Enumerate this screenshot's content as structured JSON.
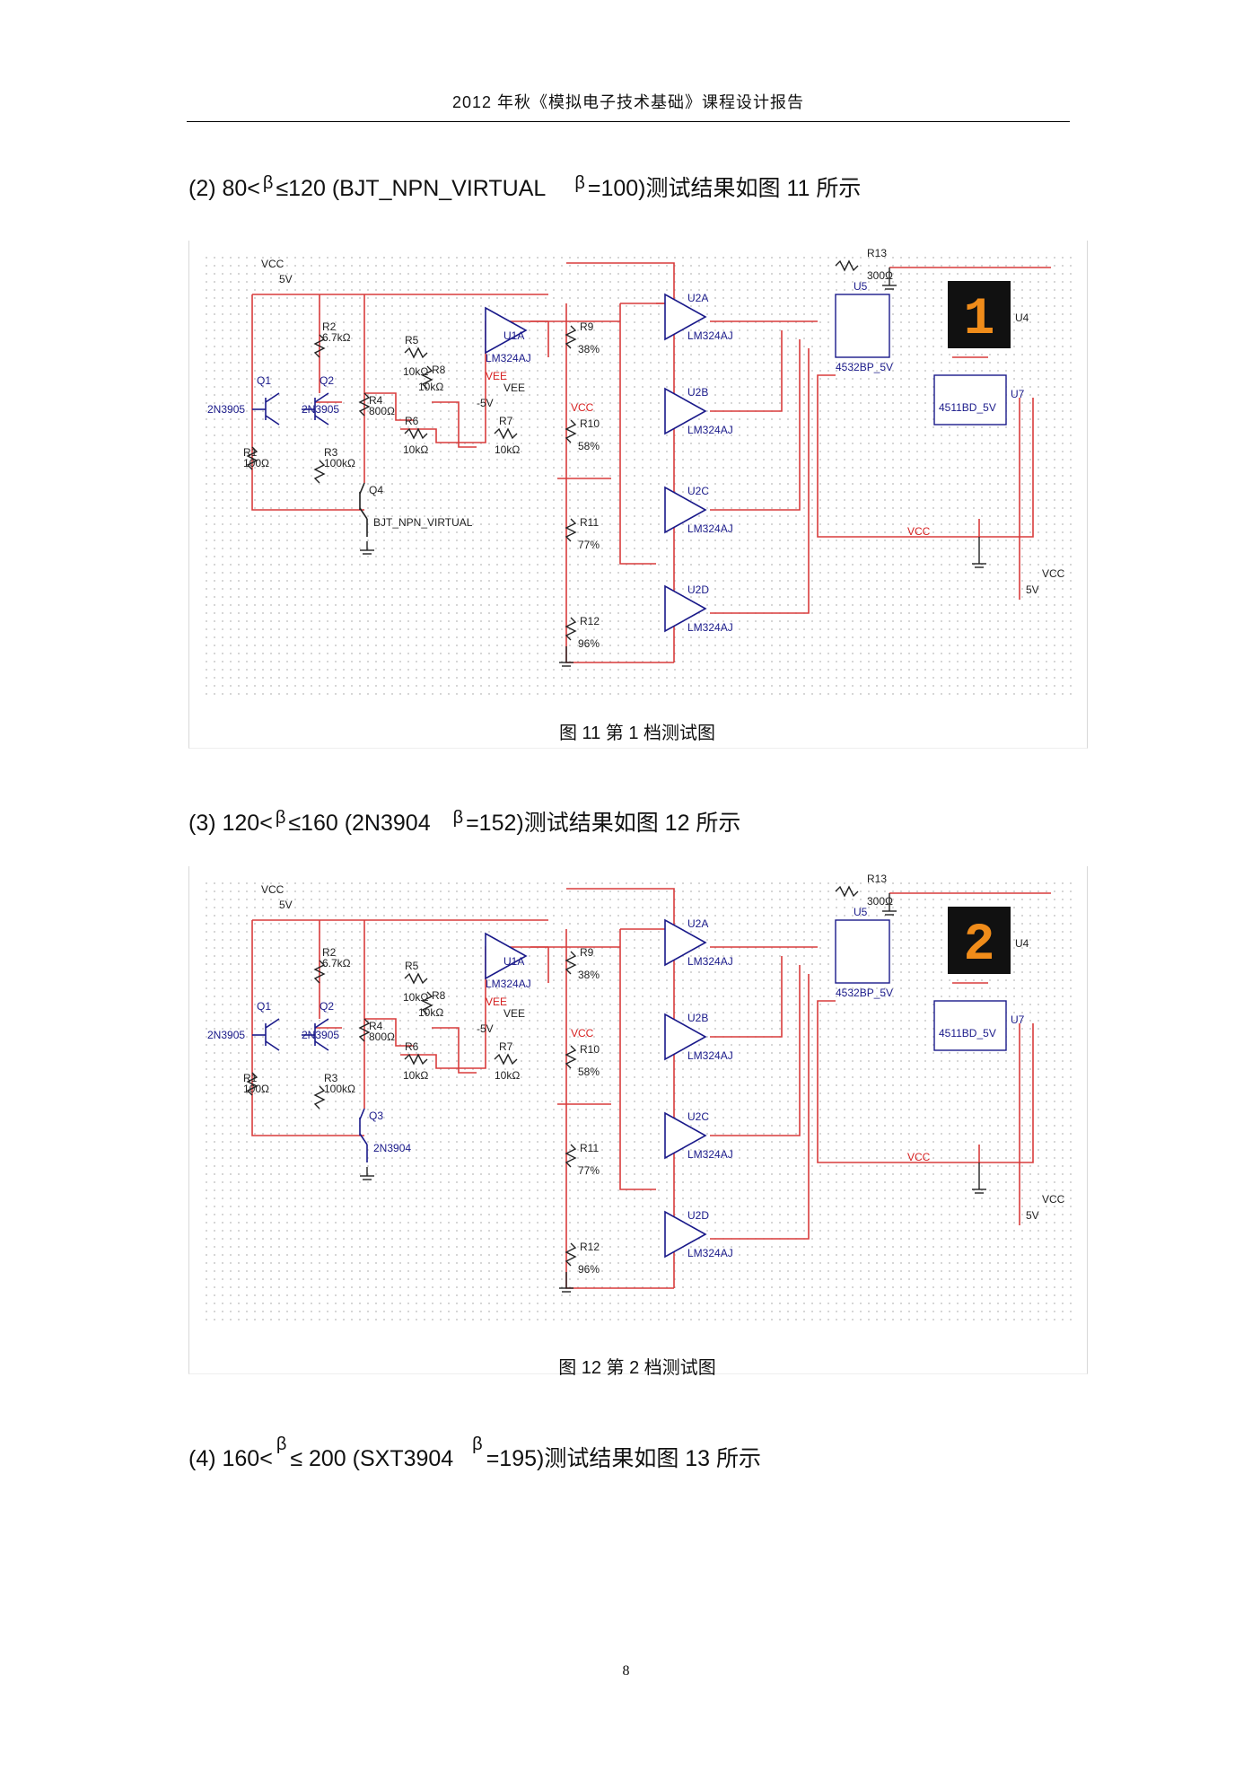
{
  "header": {
    "title": "2012 年秋《模拟电子技术基础》课程设计报告"
  },
  "items": [
    {
      "prefix": "(2)  80<",
      "symbol": "β",
      "mid": "≤120 (BJT_NPN_VIRTUAL",
      "symbol2": "β",
      "suffix": "=100)测试结果如图  11 所示"
    },
    {
      "prefix": "(3)  120<",
      "symbol": "β",
      "mid": "≤160 (2N3904",
      "symbol2": "β",
      "suffix": "=152)测试结果如图  12 所示"
    },
    {
      "prefix": "(4)  160<",
      "symbol": "β",
      "mid": "≤ 200 (SXT3904",
      "symbol2": "β",
      "suffix": "=195)测试结果如图  13 所示"
    }
  ],
  "figures": [
    {
      "caption": "图  11    第 1 档测试图",
      "digit": "1",
      "q4_label": "Q4",
      "q4_model": "BJT_NPN_VIRTUAL",
      "vee": "-5V"
    },
    {
      "caption": "图  12    第 2 档测试图",
      "digit": "2",
      "q4_label": "Q3",
      "q4_model": "2N3904",
      "vee": "-5V"
    }
  ],
  "circuit_labels": {
    "vcc": "VCC",
    "v5": "5V",
    "vee_label": "VEE",
    "r1": "R1",
    "r1v": "100Ω",
    "r2": "R2",
    "r2v": "6.7kΩ",
    "r3": "R3",
    "r3v": "100kΩ",
    "r4": "R4",
    "r4v": "800Ω",
    "r5": "R5",
    "r5v": "10kΩ",
    "r6": "R6",
    "r6v": "10kΩ",
    "r7": "R7",
    "r7v": "10kΩ",
    "r8": "R8",
    "r8v": "10kΩ",
    "r9": "R9",
    "r9p": "38%",
    "r10": "R10",
    "r10p": "58%",
    "r11": "R11",
    "r11p": "77%",
    "r12": "R12",
    "r12p": "96%",
    "r13": "R13",
    "r13v": "300Ω",
    "q1": "Q1",
    "q1m": "2N3905",
    "q2": "Q2",
    "q2m": "2N3905",
    "u1a": "U1A",
    "u2a": "U2A",
    "u2b": "U2B",
    "u2c": "U2C",
    "u2d": "U2D",
    "opamp": "LM324AJ",
    "u5": "U5",
    "u5m": "4532BP_5V",
    "u4": "U4",
    "u7": "U7",
    "u7m": "4511BD_5V"
  },
  "page_number": "8"
}
